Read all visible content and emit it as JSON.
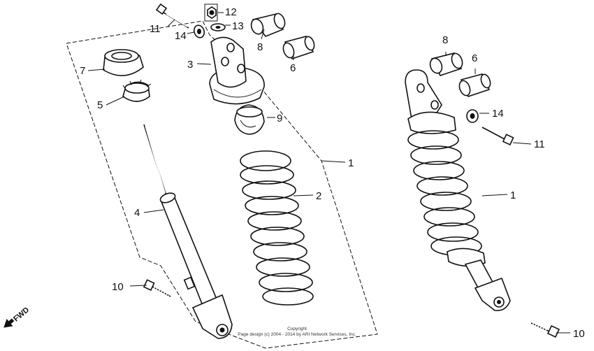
{
  "diagram": {
    "callouts": {
      "p1_left": "1",
      "p1_right": "1",
      "p2": "2",
      "p3": "3",
      "p4": "4",
      "p5": "5",
      "p6_left": "6",
      "p6_right": "6",
      "p7": "7",
      "p8_left": "8",
      "p8_right": "8",
      "p9": "9",
      "p10_left": "10",
      "p10_right": "10",
      "p11_left": "11",
      "p11_right": "11",
      "p12": "12",
      "p13": "13",
      "p14_left": "14",
      "p14_right": "14"
    },
    "fwd_label": "FWD",
    "copyright_line1": "Copyright",
    "copyright_line2": "Page design (c) 2004 - 2014 by ARI Network Services, Inc."
  }
}
